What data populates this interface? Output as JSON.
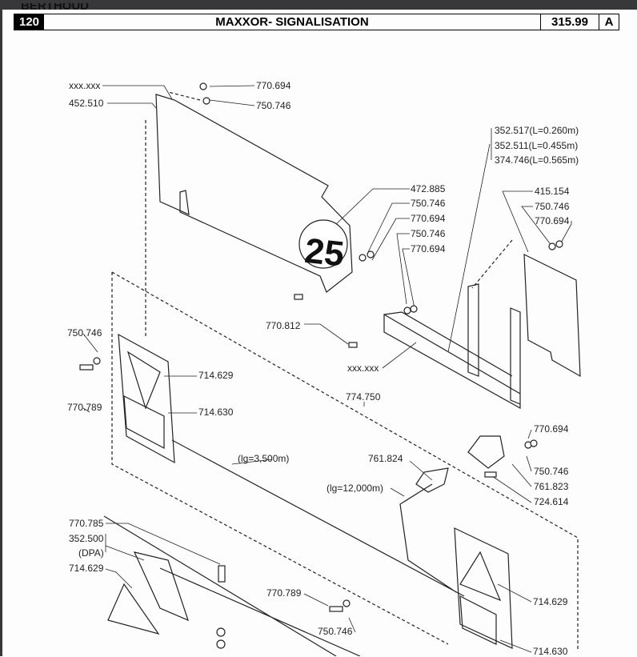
{
  "brand": "BERTHOUD",
  "header": {
    "page_number": "120",
    "title": "MAXXOR- SIGNALISATION",
    "reference": "315.99",
    "revision": "A"
  },
  "plate_number": "25",
  "labels": [
    "xxx.xxx",
    "452.510",
    "770.694",
    "750.746",
    "352.517(L=0.260m)",
    "352.511(L=0.455m)",
    "374.746(L=0.565m)",
    "472.885",
    "750.746",
    "770.694",
    "750.746",
    "770.694",
    "415.154",
    "750.746",
    "770.694",
    "770.812",
    "xxx.xxx",
    "750.746",
    "770.789",
    "714.629",
    "714.630",
    "774.750",
    "761.824",
    "(lg=3,500m)",
    "(lg=12,000m)",
    "770.694",
    "750.746",
    "761.823",
    "724.614",
    "770.785",
    "352.500",
    "(DPA)",
    "714.629",
    "770.789",
    "750.746",
    "714.629",
    "714.630"
  ]
}
